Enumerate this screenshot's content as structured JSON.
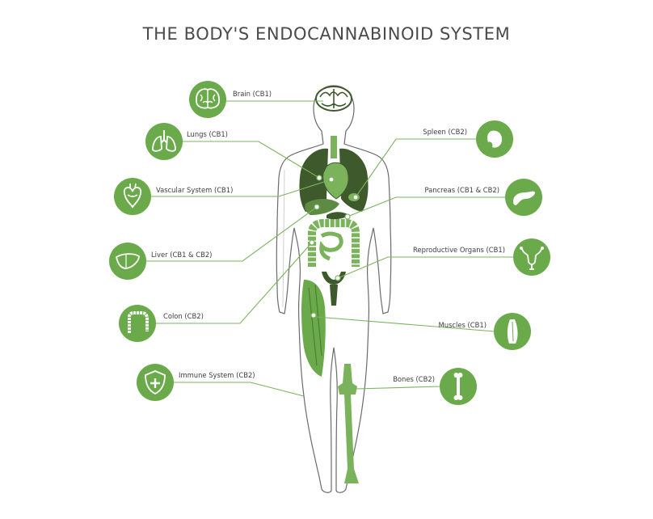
{
  "title": "THE BODY'S ENDOCANNABINOID SYSTEM",
  "colors": {
    "accent_green": "#6aaa4b",
    "dark_green": "#3e5a2c",
    "line_green": "#7bb35c",
    "outline": "#6b6b6b",
    "text": "#3d3d3d"
  },
  "labels": {
    "brain": "Brain (CB1)",
    "lungs": "Lungs (CB1)",
    "vascular": "Vascular System (CB1)",
    "liver": "Liver (CB1 & CB2)",
    "colon": "Colon (CB2)",
    "immune": "Immune System (CB2)",
    "spleen": "Spleen (CB2)",
    "pancreas": "Pancreas (CB1 & CB2)",
    "reproductive": "Reproductive Organs (CB1)",
    "muscles": "Muscles (CB1)",
    "bones": "Bones (CB2)"
  },
  "icons": {
    "brain": "brain-icon",
    "lungs": "lungs-icon",
    "vascular": "heart-icon",
    "liver": "liver-icon",
    "colon": "colon-icon",
    "immune": "shield-icon",
    "spleen": "spleen-icon",
    "pancreas": "pancreas-icon",
    "reproductive": "uterus-icon",
    "muscles": "muscle-icon",
    "bones": "bone-icon"
  }
}
